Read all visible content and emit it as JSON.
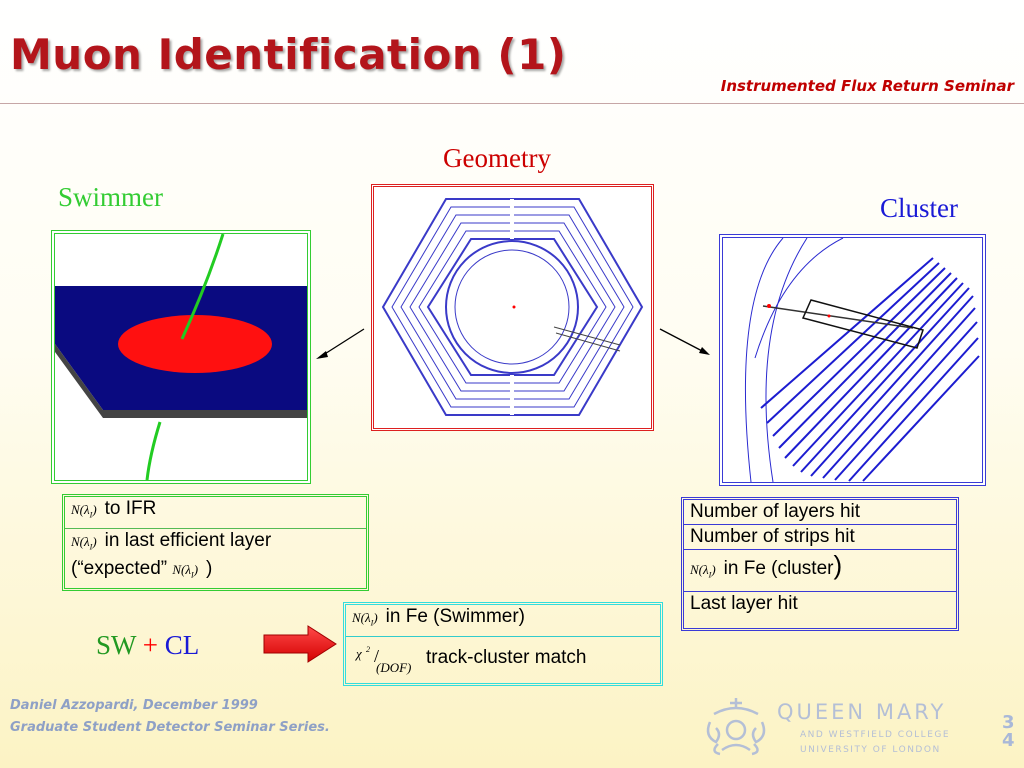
{
  "header": {
    "title": "Muon Identification (1)",
    "subtitle": "Instrumented Flux Return Seminar"
  },
  "headings": {
    "geometry": "Geometry",
    "swimmer": "Swimmer",
    "cluster": "Cluster"
  },
  "colors": {
    "title": "#b3151b",
    "swimmer": "#33cc33",
    "geometry": "#cc0000",
    "cluster": "#1a1ad6",
    "arrow": "#ff0000"
  },
  "swimmer_table": {
    "row1_text": "to IFR",
    "row2_text": "in last efficient layer",
    "row2_prefix": "(“expected”",
    "row2_suffix": ")"
  },
  "cluster_table": {
    "row1": "Number of layers hit",
    "row2": "Number of strips hit",
    "row3_text": "in Fe (cluster",
    "row3_close": ")",
    "row4": "Last layer hit"
  },
  "match_table": {
    "row1_text": "in Fe (Swimmer)",
    "row2_text": "track-cluster match"
  },
  "math": {
    "n_lambda": "N(λ",
    "n_lambda_sub": "I",
    "n_lambda_close": ")",
    "chi": "χ",
    "chi_sup": "2",
    "dof": "(DOF)"
  },
  "formula": {
    "sw": "SW",
    "plus": "+",
    "cl": "CL"
  },
  "footer": {
    "line1": "Daniel Azzopardi, December 1999",
    "line2": "Graduate Student Detector Seminar Series."
  },
  "logo": {
    "main": "QUEEN MARY",
    "sub1": "AND WESTFIELD COLLEGE",
    "sub2": "UNIVERSITY OF LONDON"
  },
  "page": {
    "top": "3",
    "bottom": "4"
  }
}
